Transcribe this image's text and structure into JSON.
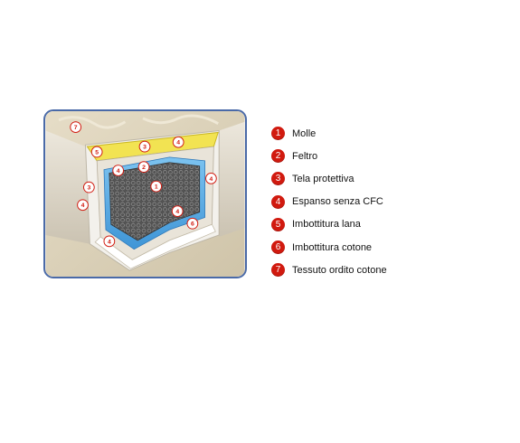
{
  "colors": {
    "frame_border": "#4a6aa8",
    "badge_red": "#d11a0f",
    "marker_text": "#d11a0f"
  },
  "figure": {
    "icon": "mattress-cutaway-icon",
    "markers": [
      {
        "number": "7"
      },
      {
        "number": "5"
      },
      {
        "number": "3"
      },
      {
        "number": "4"
      },
      {
        "number": "4"
      },
      {
        "number": "2"
      },
      {
        "number": "1"
      },
      {
        "number": "3"
      },
      {
        "number": "4"
      },
      {
        "number": "4"
      },
      {
        "number": "4"
      },
      {
        "number": "4"
      },
      {
        "number": "6"
      }
    ]
  },
  "legend": {
    "items": [
      {
        "number": "1",
        "label": "Molle"
      },
      {
        "number": "2",
        "label": "Feltro"
      },
      {
        "number": "3",
        "label": "Tela protettiva"
      },
      {
        "number": "4",
        "label": "Espanso senza CFC"
      },
      {
        "number": "5",
        "label": "Imbottitura lana"
      },
      {
        "number": "6",
        "label": "Imbottitura cotone"
      },
      {
        "number": "7",
        "label": "Tessuto ordito cotone"
      }
    ]
  }
}
